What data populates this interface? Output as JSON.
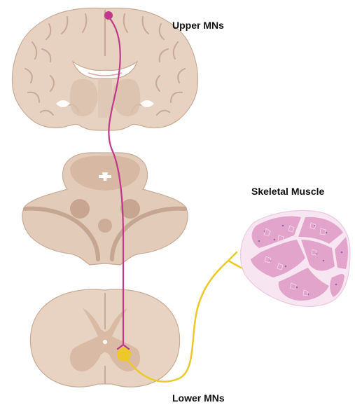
{
  "labels": {
    "upper_mns": "Upper MNs",
    "skeletal_muscle": "Skeletal Muscle",
    "lower_mns": "Lower MNs"
  },
  "colors": {
    "tissue_light": "#e7d2c1",
    "tissue_mid": "#d6b9a4",
    "tissue_dark": "#b89682",
    "upper_neuron": "#c0398c",
    "lower_neuron": "#ecc82b",
    "muscle_pink": "#e3a4cb",
    "muscle_border": "#f7e6f1"
  },
  "icons": {
    "brain": "brain-coronal-section-icon",
    "brainstem": "brainstem-section-icon",
    "spinal_cord": "spinal-cord-section-icon",
    "muscle": "skeletal-muscle-cross-section-icon"
  }
}
